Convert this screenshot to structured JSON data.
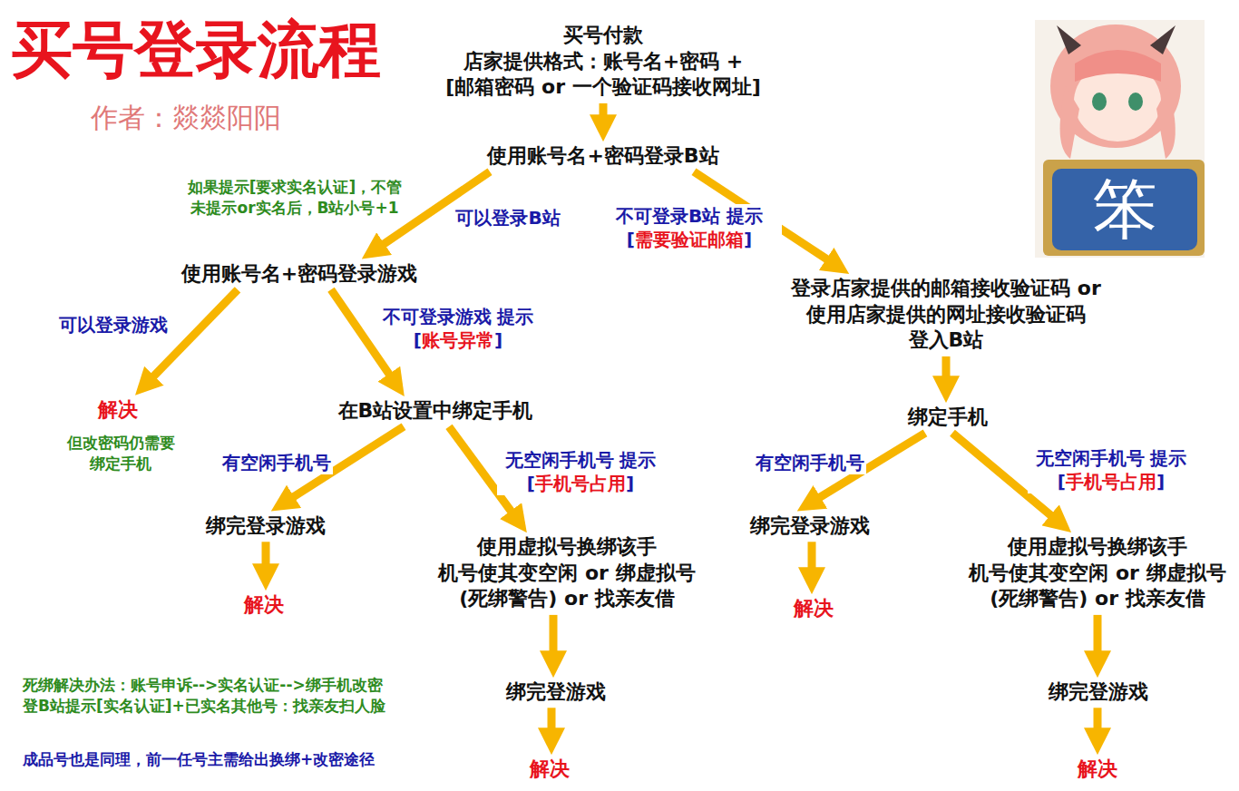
{
  "diagram": {
    "title": "买号登录流程",
    "nodes": [
      {
        "text": [
          "买号付款",
          "店家提供格式：账号名+密码 +[邮箱密码 or 一个验证码接收网址]"
        ]
      },
      {
        "text": [
          "使用账号名+密码登录B站"
        ]
      },
      {
        "text": [
          "使用账号名+密码登录游戏"
        ]
      },
      {
        "text": [
          "登录店家提供的邮箱接收验证码 or 使用店家提供的网址接收验证码 登入B站"
        ]
      },
      {
        "text": [
          "解决"
        ]
      },
      {
        "text": [
          "在B站设置中绑定手机"
        ]
      },
      {
        "text": [
          "绑定手机"
        ]
      },
      {
        "text": [
          "绑完登录游戏"
        ]
      },
      {
        "text": [
          "使用虚拟号换绑该手 机号使其变空闲 or 绑虚拟号(死绑警告) or 找亲友借"
        ]
      },
      {
        "text": [
          "绑完登录游戏"
        ]
      },
      {
        "text": [
          "使用虚拟号换绑该手 机号使其变空闲 or 绑虚拟号(死绑警告) or 找亲友借"
        ]
      },
      {
        "text": [
          "解决"
        ]
      },
      {
        "text": [
          "解决"
        ]
      },
      {
        "text": [
          "绑完登游戏"
        ]
      },
      {
        "text": [
          "绑完登游戏"
        ]
      },
      {
        "text": [
          "解决"
        ]
      },
      {
        "text": [
          "解决"
        ]
      }
    ],
    "edges": [
      {
        "from": 0,
        "to": 1,
        "arrow": "to"
      },
      {
        "from": 1,
        "to": 2,
        "label": "可以登录B站",
        "arrow": "to"
      },
      {
        "from": 1,
        "to": 3,
        "label": "不可登录B站 提示[需要验证邮箱]",
        "arrow": "to"
      },
      {
        "from": 2,
        "to": 4,
        "label": "可以登录游戏",
        "arrow": "to"
      },
      {
        "from": 2,
        "to": 5,
        "label": "不可登录游戏 提示[账号异常]",
        "arrow": "to"
      },
      {
        "from": 3,
        "to": 6,
        "arrow": "to"
      },
      {
        "from": 5,
        "to": 7,
        "label": "有空闲手机号",
        "arrow": "to"
      },
      {
        "from": 5,
        "to": 8,
        "label": "无空闲手机号 提示[手机号占用]",
        "arrow": "to"
      },
      {
        "from": 6,
        "to": 9,
        "label": "有空闲手机号",
        "arrow": "to"
      },
      {
        "from": 6,
        "to": 10,
        "label": "无空闲手机号 提示[手机号占用]",
        "arrow": "to"
      },
      {
        "from": 7,
        "to": 11,
        "arrow": "to"
      },
      {
        "from": 8,
        "to": 13,
        "arrow": "to"
      },
      {
        "from": 9,
        "to": 12,
        "arrow": "to"
      },
      {
        "from": 10,
        "to": 14,
        "arrow": "to"
      },
      {
        "from": 13,
        "to": 15,
        "arrow": "to"
      },
      {
        "from": 14,
        "to": 16,
        "arrow": "to"
      }
    ],
    "labels": [
      "作者：燚燚阳阳",
      "如果提示[要求实名认证]，不管 未提示or实名后，B站小号+1",
      "但改密码仍需要 绑定手机",
      "死绑解决办法：账号申诉-->实名认证-->绑手机改密 登B站提示[实名认证]+已实名其他号：找亲友扫人脸",
      "成品号也是同理，前一任号主需给出换绑+改密途径",
      "笨"
    ]
  }
}
